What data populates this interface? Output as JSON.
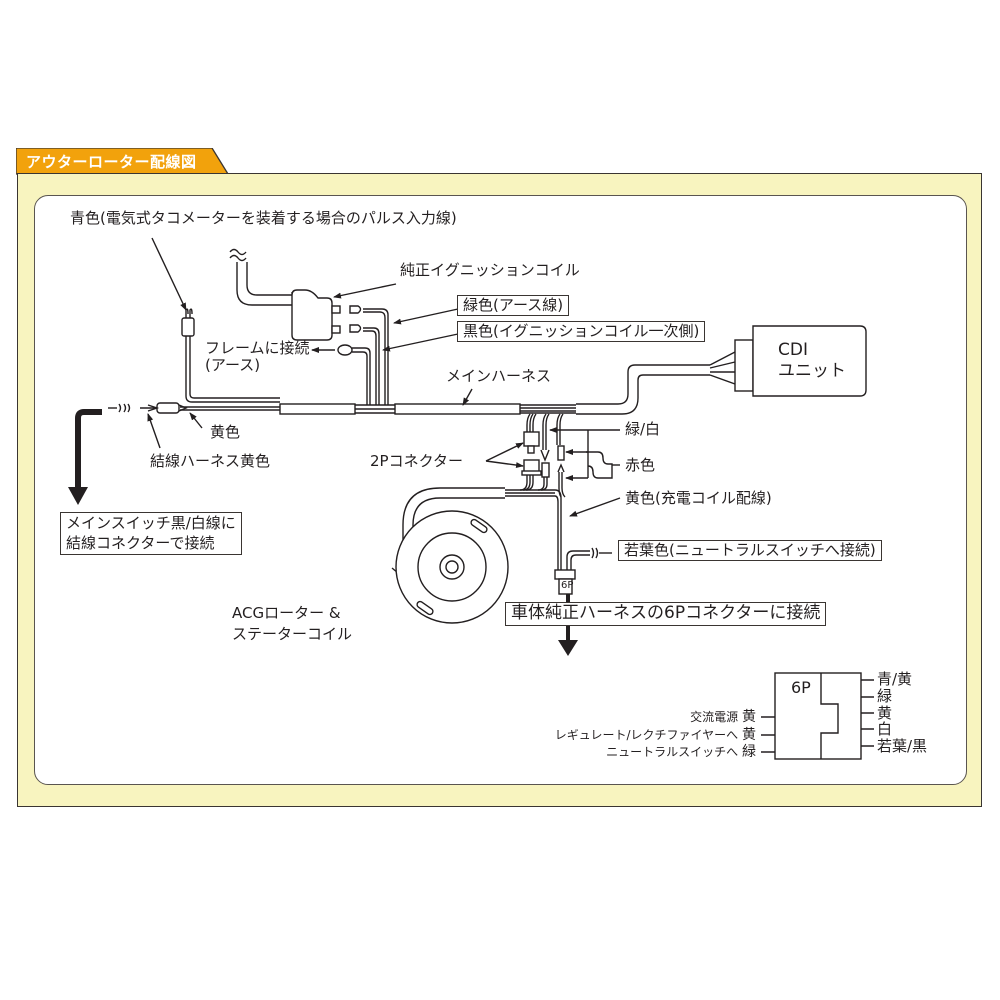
{
  "header": {
    "title": "アウターローター配線図",
    "tab_color": "#f2a20c",
    "panel_color": "#f8f4bf"
  },
  "labels": {
    "blue_wire": "青色(電気式タコメーターを装着する場合のパルス入力線)",
    "ignition_coil": "純正イグニッションコイル",
    "green_earth": "緑色(アース線)",
    "black_primary": "黒色(イグニッションコイル一次側)",
    "frame_connect_1": "フレームに接続",
    "frame_connect_2": "(アース)",
    "main_harness": "メインハーネス",
    "yellow": "黄色",
    "splice_yellow": "結線ハーネス黄色",
    "main_switch_1": "メインスイッチ黒/白線に",
    "main_switch_2": "結線コネクターで接続",
    "cdi_1": "CDI",
    "cdi_2": "ユニット",
    "green_white": "緑/白",
    "two_p_connector": "2Pコネクター",
    "red": "赤色",
    "yellow_charge": "黄色(充電コイル配線)",
    "light_green": "若葉色(ニュートラルスイッチへ接続)",
    "six_p_small": "6P",
    "vehicle_6p": "車体純正ハーネスの6Pコネクターに接続",
    "acg_1": "ACGローター &",
    "acg_2": "ステーターコイル"
  },
  "pinout": {
    "title": "6P",
    "left": [
      {
        "desc": "交流電源",
        "color": "黄"
      },
      {
        "desc": "レギュレート/レクチファイヤーへ",
        "color": "黄"
      },
      {
        "desc": "ニュートラルスイッチへ",
        "color": "緑"
      }
    ],
    "right": [
      "青/黄",
      "緑",
      "黄",
      "白",
      "若葉/黒"
    ]
  }
}
